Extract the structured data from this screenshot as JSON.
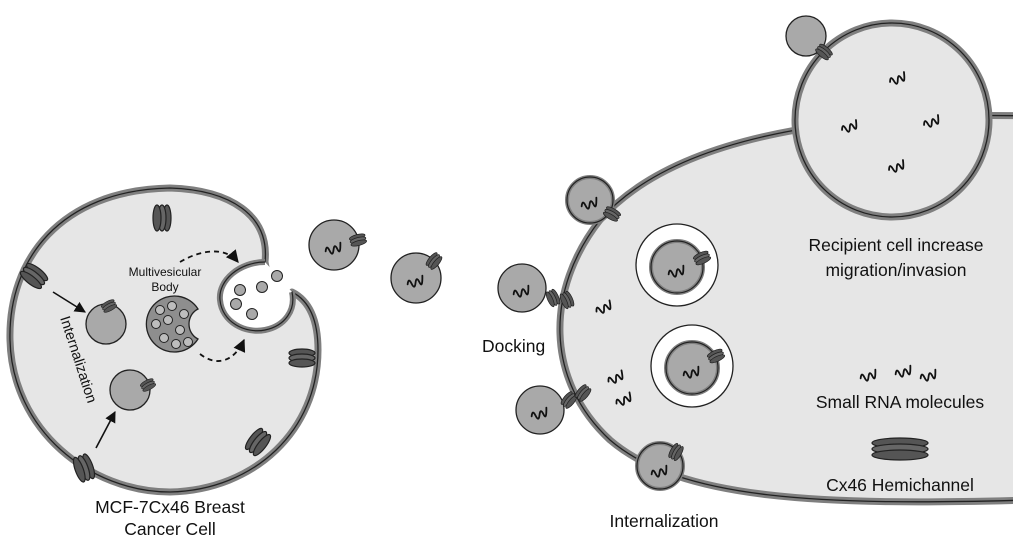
{
  "labels": {
    "multivesicular_1": "Multivesicular",
    "multivesicular_2": "Body",
    "internalization_left": "Internalization",
    "cell_line_1": "MCF-7Cx46 Breast",
    "cell_line_2": "Cancer Cell",
    "docking": "Docking",
    "internalization_right": "Internalization",
    "recipient_1": "Recipient cell increase",
    "recipient_2": "migration/invasion"
  },
  "legend": {
    "rna": "Small RNA molecules",
    "hemichannel": "Cx46 Hemichannel"
  },
  "colors": {
    "cytoplasm": "#e6e6e6",
    "membrane": "#7f7f7f",
    "vesicle": "#a9a9a9",
    "hemichannel": "#555555",
    "outline": "#222222"
  }
}
